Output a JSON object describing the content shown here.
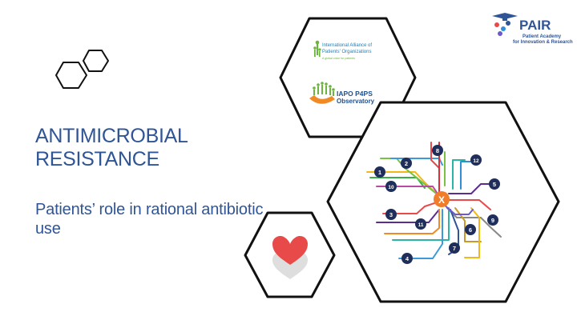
{
  "slide": {
    "title": "ANTIMICROBIAL RESISTANCE",
    "subtitle": "Patients’ role in rational antibiotic use"
  },
  "pair_logo": {
    "name": "PAIR",
    "tagline_line1": "Patient Academy",
    "tagline_line2": "for Innovation & Research"
  },
  "iapo_logo": {
    "line1": "International Alliance of",
    "line2": "Patients’ Organizations",
    "line3": "A global voice for patients"
  },
  "observatory_logo": {
    "line1": "IAPO P4PS",
    "line2": "Observatory"
  },
  "metro_map": {
    "center_label": "X",
    "stations": [
      "1",
      "2",
      "3",
      "4",
      "5",
      "6",
      "7",
      "8",
      "9",
      "10",
      "11",
      "12"
    ]
  },
  "colors": {
    "title_blue": "#2f5597",
    "hex_border": "#111111",
    "center_orange": "#f07d2a",
    "heart_red": "#e84a4a"
  }
}
